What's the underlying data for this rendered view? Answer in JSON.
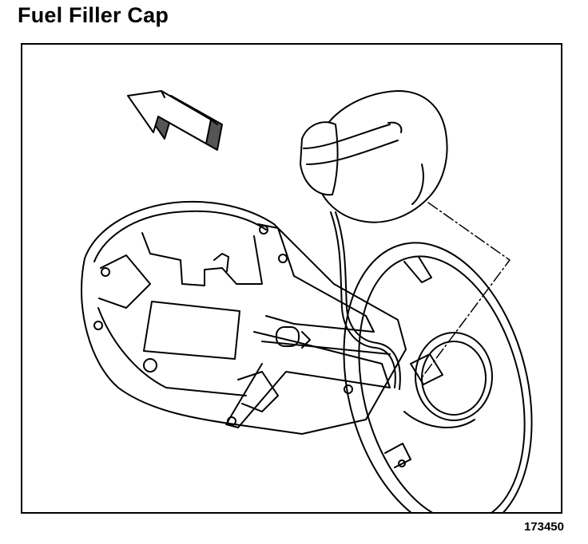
{
  "title": "Fuel Filler Cap",
  "figure_number": "173450",
  "diagram": {
    "components": [
      "arrow-icon",
      "fuel-cap-icon",
      "tether-cord",
      "fuel-door",
      "hinge-arm",
      "filler-neck-housing",
      "leader-line"
    ],
    "colors": {
      "stroke": "#000000",
      "background": "#ffffff",
      "arrow_shadow": "#555555"
    }
  }
}
